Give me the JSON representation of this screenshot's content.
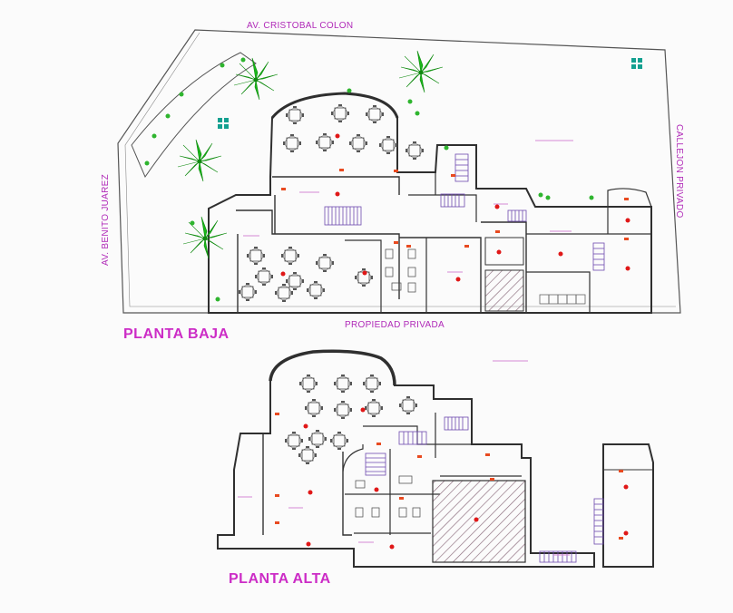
{
  "streets": {
    "north": "AV. CRISTOBAL COLON",
    "west": "AV. BENITO JUAREZ",
    "east": "CALLEJON PRIVADO",
    "south": "PROPIEDAD PRIVADA"
  },
  "titles": {
    "ground_floor": "PLANTA BAJA",
    "upper_floor": "PLANTA ALTA"
  },
  "colors": {
    "wall": "#3a3a3a",
    "label": "#b02ab8",
    "title": "#cc2cc6",
    "palm": "#18b818",
    "fixture": "#e01818",
    "stair": "#6f4ab0",
    "teal": "#13a090"
  }
}
